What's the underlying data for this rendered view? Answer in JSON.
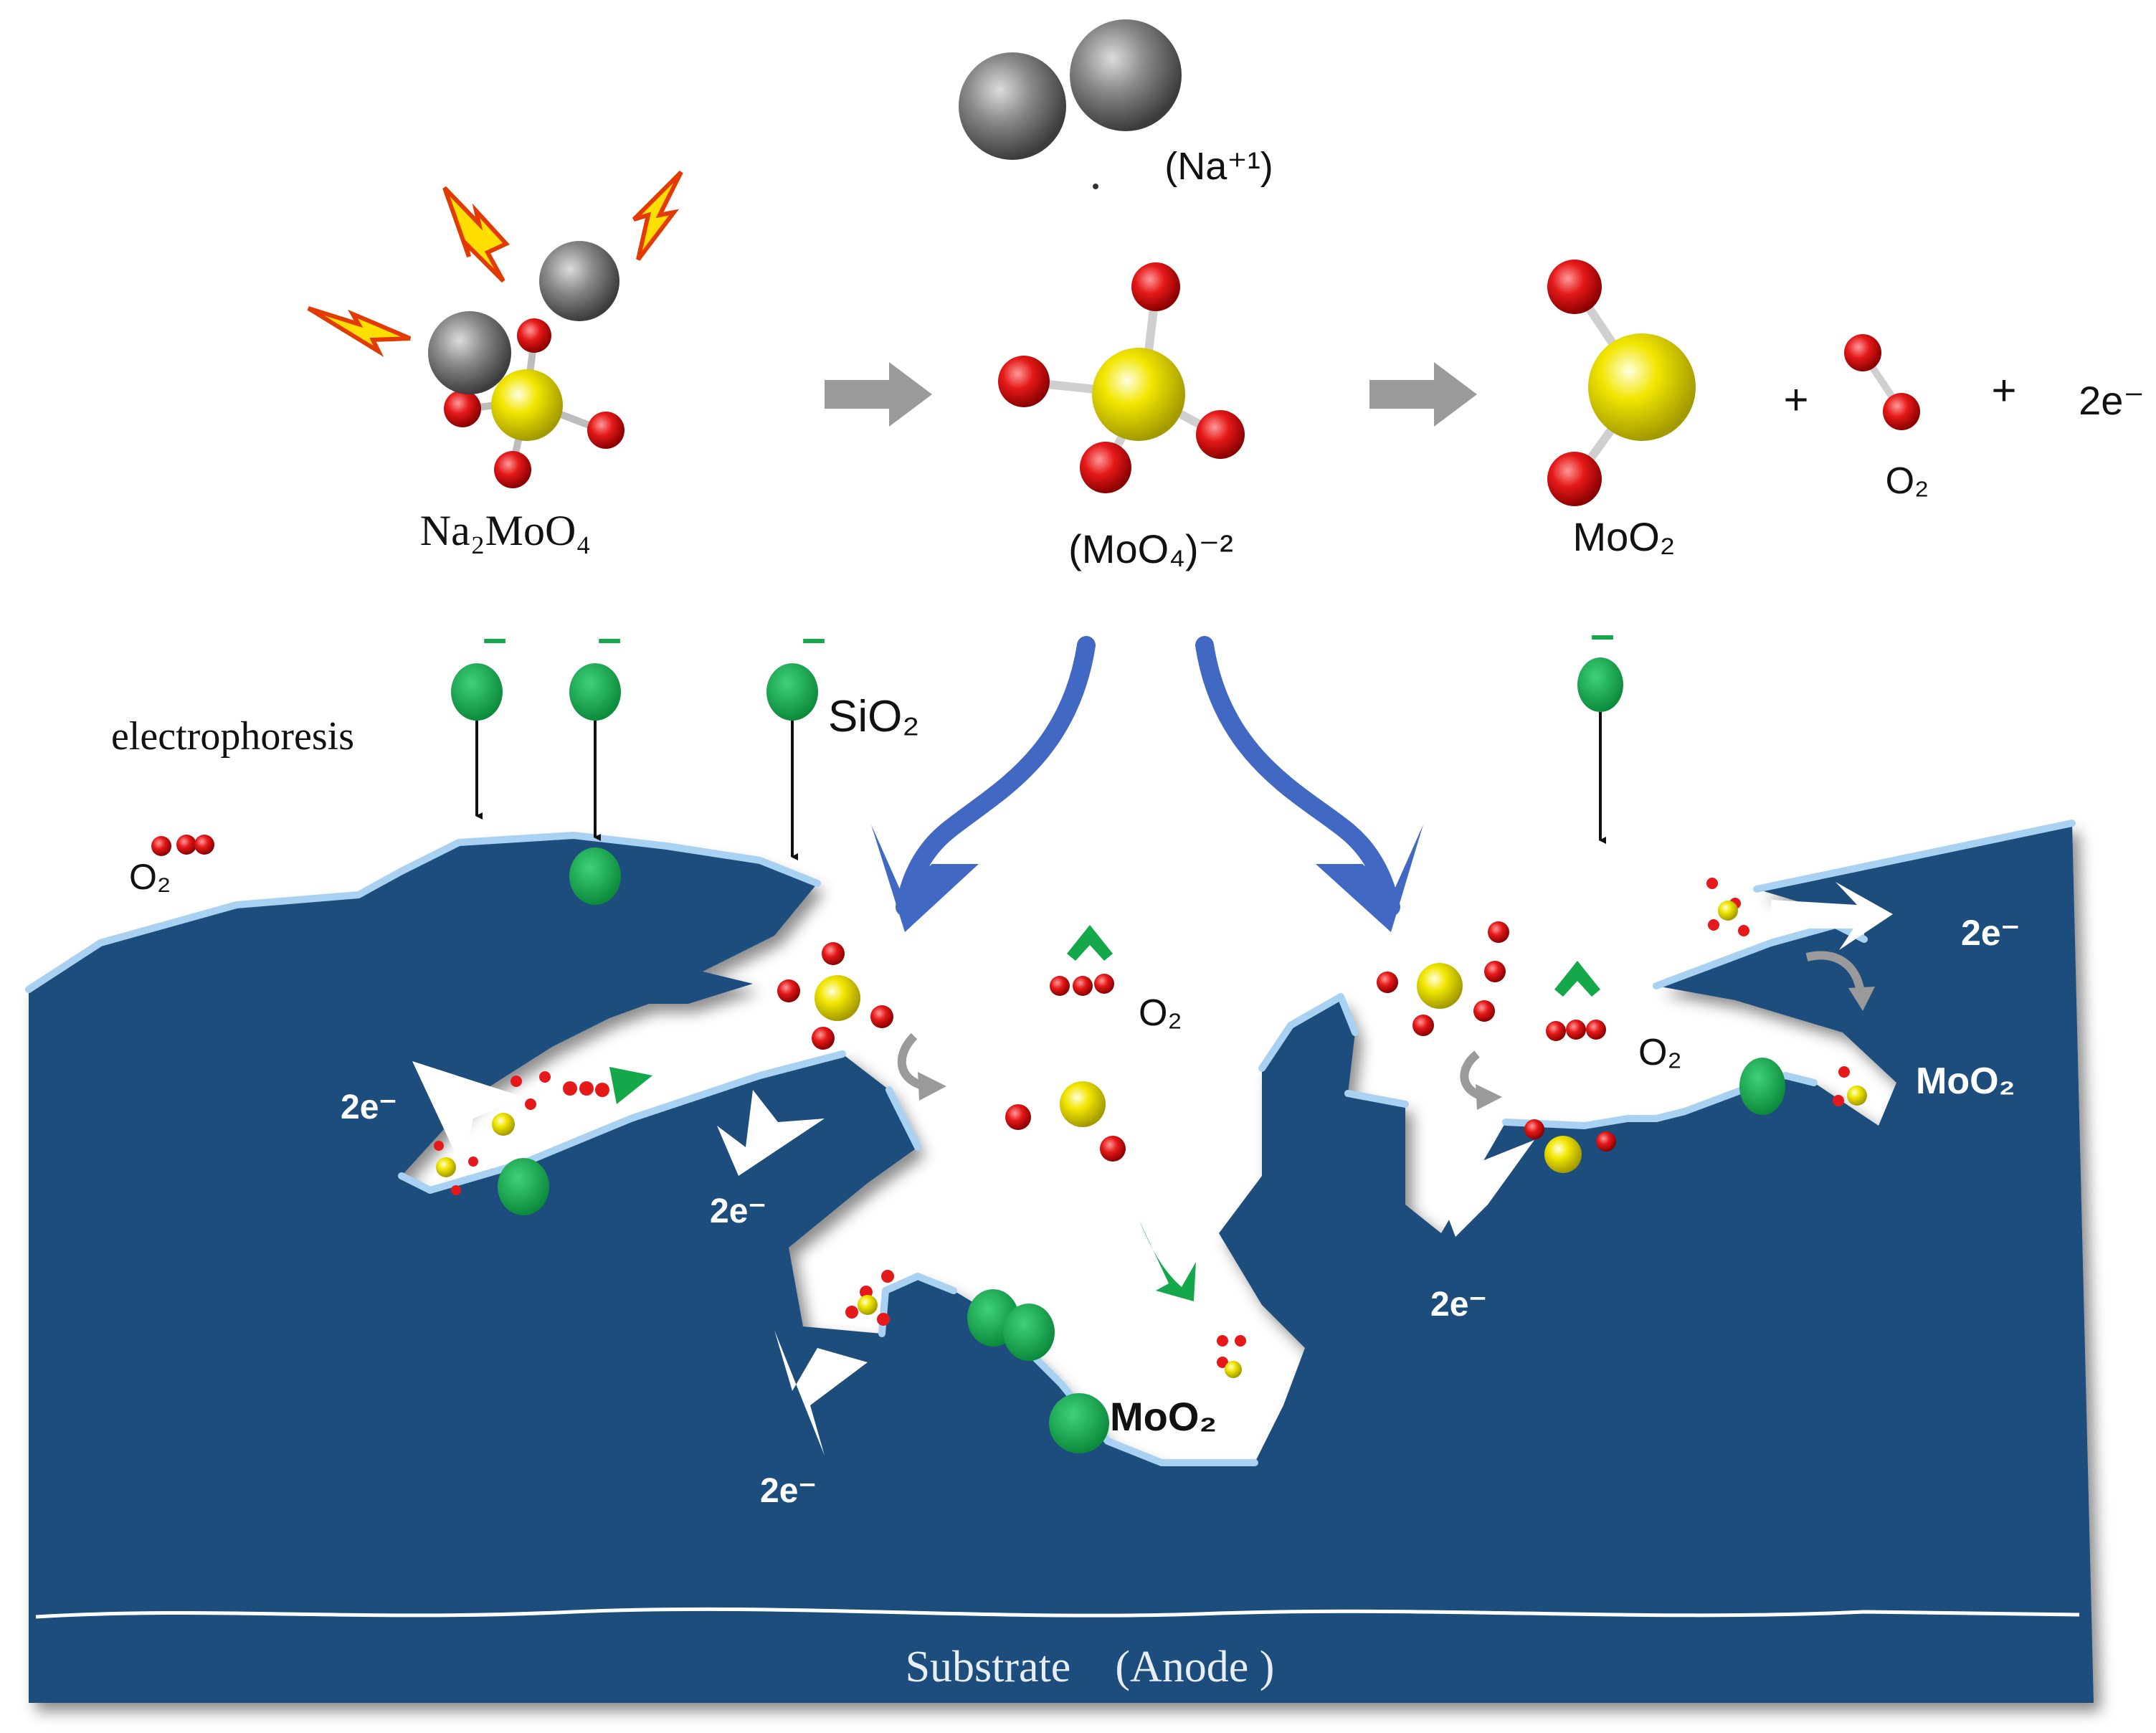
{
  "reaction": {
    "reactant": "Na₂MoO₄",
    "sodium_ion": "(Na⁺¹)",
    "molybdate_ion": "(MoO₄)⁻²",
    "product_oxide": "MoO₂",
    "plus_1": "+",
    "plus_2": "+",
    "oxygen": "O₂",
    "electrons": "2e⁻"
  },
  "particles": {
    "charge_sign": "–",
    "silica": "SiO₂",
    "electrophoresis": "electrophoresis"
  },
  "coating": {
    "o2_surface": "O₂",
    "o2_pore_left": "O₂",
    "o2_pore_right": "O₂",
    "electron_1": "2e⁻",
    "electron_2": "2e⁻",
    "electron_3": "2e⁻",
    "electron_4": "2e⁻",
    "electron_5": "2e⁻",
    "moo2_deposit": "MoO₂",
    "moo2_right": "MoO₂",
    "substrate": "Substrate    (Anode )"
  },
  "colors": {
    "coating_blue": "#1f4e7c",
    "coating_edge": "#a9d2f2",
    "oxygen_red": "#e51919",
    "molybdenum_yellow": "#f2e600",
    "sodium_gray": "#7a7a7a",
    "silica_green": "#14a84b",
    "flow_arrow_blue": "#4169c4",
    "process_arrow_gray": "#9a9a9a"
  }
}
